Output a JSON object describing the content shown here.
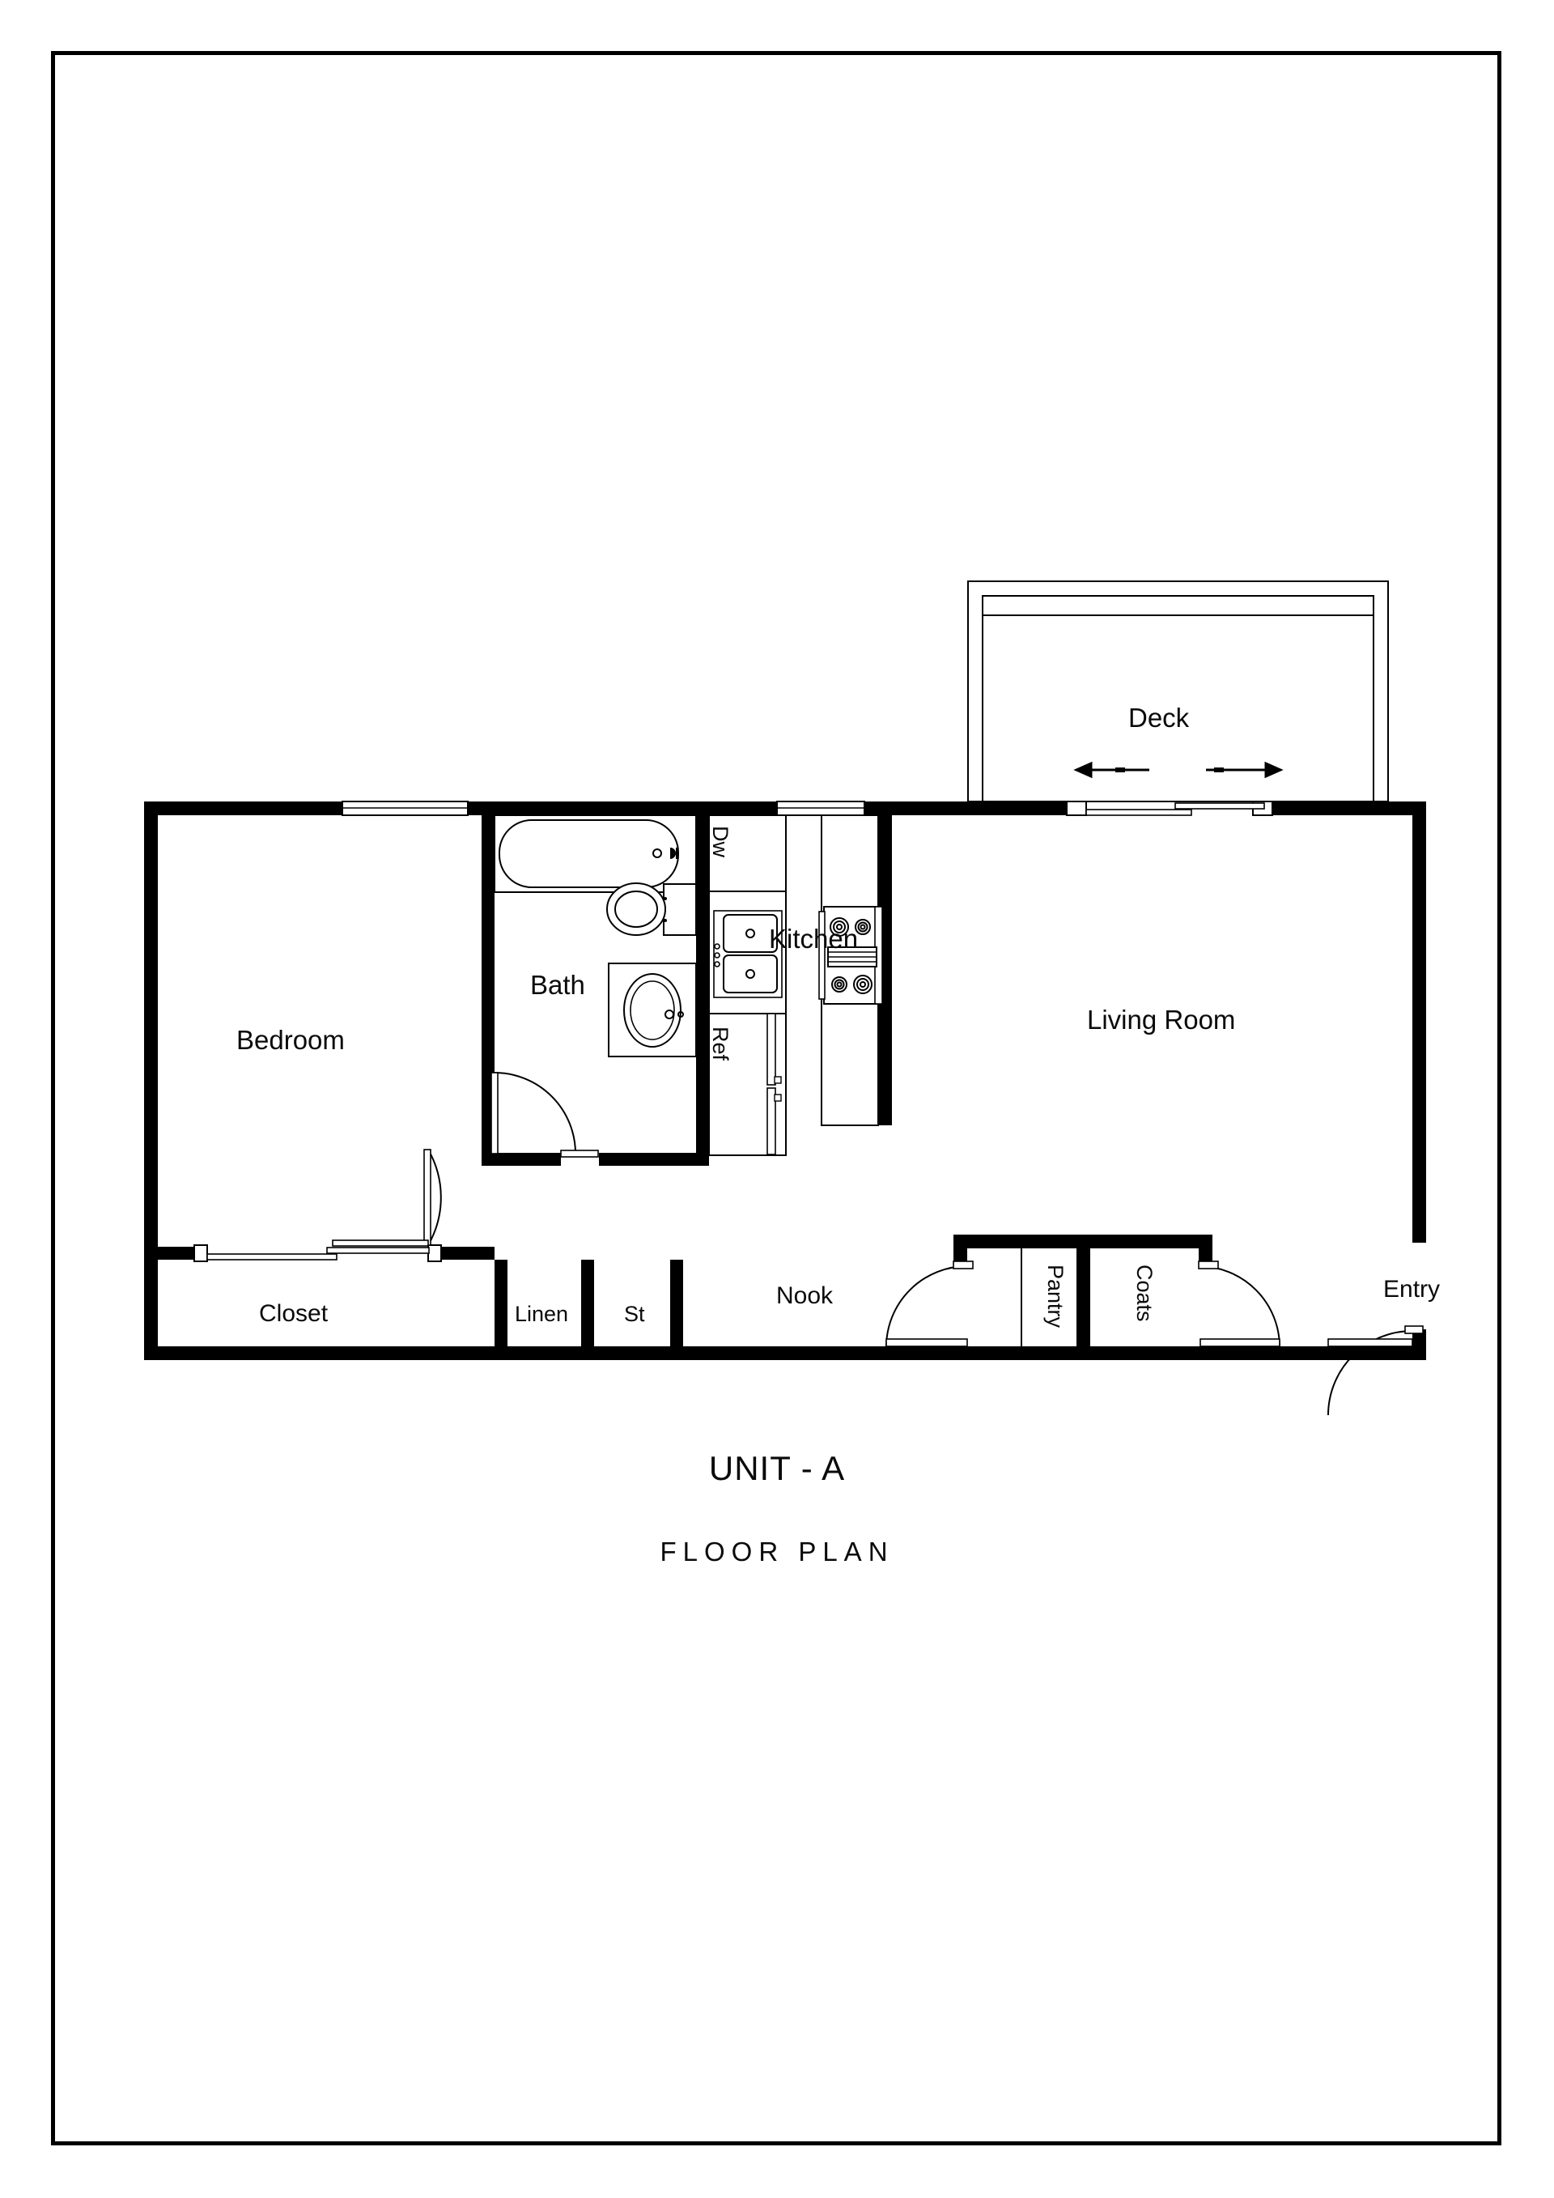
{
  "sheet": {
    "background": "#ffffff",
    "line_color": "#000000",
    "border_color": "#000000"
  },
  "title": {
    "unit": "UNIT - A",
    "subtitle": "FLOOR PLAN"
  },
  "rooms": [
    {
      "key": "deck",
      "label": "Deck",
      "size": "lg"
    },
    {
      "key": "bedroom",
      "label": "Bedroom",
      "size": "lg"
    },
    {
      "key": "bath",
      "label": "Bath",
      "size": "lg"
    },
    {
      "key": "kitchen",
      "label": "Kitchen",
      "size": "lg"
    },
    {
      "key": "living_room",
      "label": "Living Room",
      "size": "lg"
    },
    {
      "key": "closet",
      "label": "Closet",
      "size": "md"
    },
    {
      "key": "linen",
      "label": "Linen",
      "size": "sm"
    },
    {
      "key": "st",
      "label": "St",
      "size": "sm"
    },
    {
      "key": "nook",
      "label": "Nook",
      "size": "md"
    },
    {
      "key": "pantry",
      "label": "Pantry",
      "size": "sm"
    },
    {
      "key": "coats",
      "label": "Coats",
      "size": "sm"
    },
    {
      "key": "entry",
      "label": "Entry",
      "size": "md"
    }
  ],
  "appliances": [
    {
      "key": "dishwasher",
      "label": "Dw",
      "orientation": "vertical"
    },
    {
      "key": "refrigerator",
      "label": "Ref",
      "orientation": "vertical"
    }
  ],
  "fixtures": [
    {
      "key": "bathtub",
      "name": "bathtub"
    },
    {
      "key": "toilet",
      "name": "toilet"
    },
    {
      "key": "vanity-sink",
      "name": "vanity-sink"
    },
    {
      "key": "kitchen-sink",
      "name": "double-basin-kitchen-sink"
    },
    {
      "key": "range",
      "name": "cooktop-range"
    }
  ],
  "openings": [
    {
      "key": "bedroom-window",
      "type": "window"
    },
    {
      "key": "kitchen-window",
      "type": "window"
    },
    {
      "key": "deck-sliding-door",
      "type": "sliding-door"
    },
    {
      "key": "closet-sliding-door",
      "type": "sliding-door"
    },
    {
      "key": "bedroom-door",
      "type": "swing-door"
    },
    {
      "key": "bath-door",
      "type": "swing-door"
    },
    {
      "key": "pantry-door",
      "type": "swing-door"
    },
    {
      "key": "coats-door",
      "type": "swing-door"
    },
    {
      "key": "entry-door",
      "type": "swing-door"
    }
  ],
  "annotations": [
    {
      "key": "deck-slide-left",
      "glyph": "left-arrow"
    },
    {
      "key": "deck-slide-right",
      "glyph": "right-arrow"
    }
  ]
}
